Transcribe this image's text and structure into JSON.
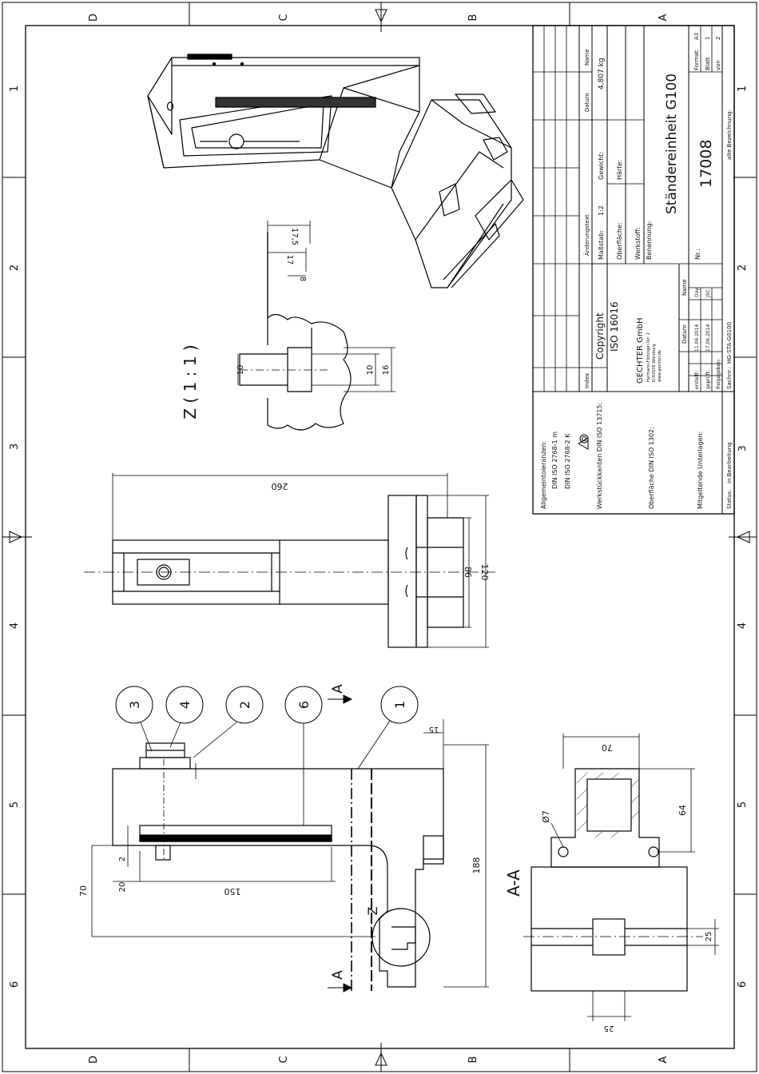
{
  "border": {
    "cols": [
      "D",
      "C",
      "B",
      "A"
    ],
    "rows": [
      "1",
      "2",
      "3",
      "4",
      "5",
      "6"
    ]
  },
  "title_block": {
    "format_label": "Format:",
    "format_value": "A3",
    "sheet_label": "Blatt",
    "sheet_value": "1",
    "of_label": "von",
    "of_value": "2",
    "old_designation_label": "alte Bezeichnung:",
    "weight_label": "Gewicht:",
    "weight_value": "4,807 kg",
    "hardness_label": "Härte:",
    "scale_label": "Maßstab:",
    "scale_value": "1:2",
    "surface_label": "Oberfläche:",
    "material_label": "Werkstoff:",
    "designation_label": "Benennung:",
    "title": "Ständereinheit G100",
    "number_label": "Nr.:",
    "number": "17008",
    "change_text_label": "Änderungstext",
    "date_label": "Datum",
    "name_label": "Name",
    "index_label": "Index",
    "copyright_line1": "Copyright",
    "copyright_line2": "ISO 16016",
    "company": "GECHTER GmbH",
    "company_address": [
      "Hermann-Föttinger-Str. 2",
      "D-97076 Würzburg",
      "www.gechter.de"
    ],
    "approval_headers": [
      "Datum",
      "Name"
    ],
    "approval_rows": [
      {
        "label": "erstellt:",
        "date": "11.06.2014",
        "name": "Day"
      },
      {
        "label": "geprüft:",
        "date": "17.06.2014",
        "name": "JSC"
      },
      {
        "label": "freigegeben:",
        "date": "",
        "name": ""
      }
    ],
    "file_label": "Sachnr.:",
    "file_value": "HG-STA-G0100",
    "general_tolerances_label": "Allgemeintoleranzen:",
    "tolerance_1": "DIN ISO 2768-1 m",
    "tolerance_2": "DIN ISO 2768-2 K",
    "edges_label": "Werkstückkanten DIN ISO 13715:",
    "surface_spec": "Oberfläche DIN ISO 1302:",
    "docs_label": "Mitgeltende Unterlagen:",
    "status_label": "Status:",
    "status_value": "in Bearbeitung",
    "zone_bottom": "3"
  },
  "detail_z": {
    "title": "Z ( 1 : 1 )",
    "dims": [
      "17,5",
      "17",
      "8",
      "10",
      "10",
      "16"
    ]
  },
  "top_view": {
    "dims": [
      "260",
      "86",
      "120"
    ]
  },
  "side_view": {
    "balloons": [
      "3",
      "4",
      "2",
      "6",
      "1"
    ],
    "section_mark": "A",
    "dims": [
      "15",
      "188",
      "70",
      "2",
      "20",
      "150"
    ],
    "detail_mark": "Z"
  },
  "section_aa": {
    "title": "A-A",
    "dims": [
      "70",
      "64",
      "Ø7",
      "25",
      "25"
    ]
  }
}
